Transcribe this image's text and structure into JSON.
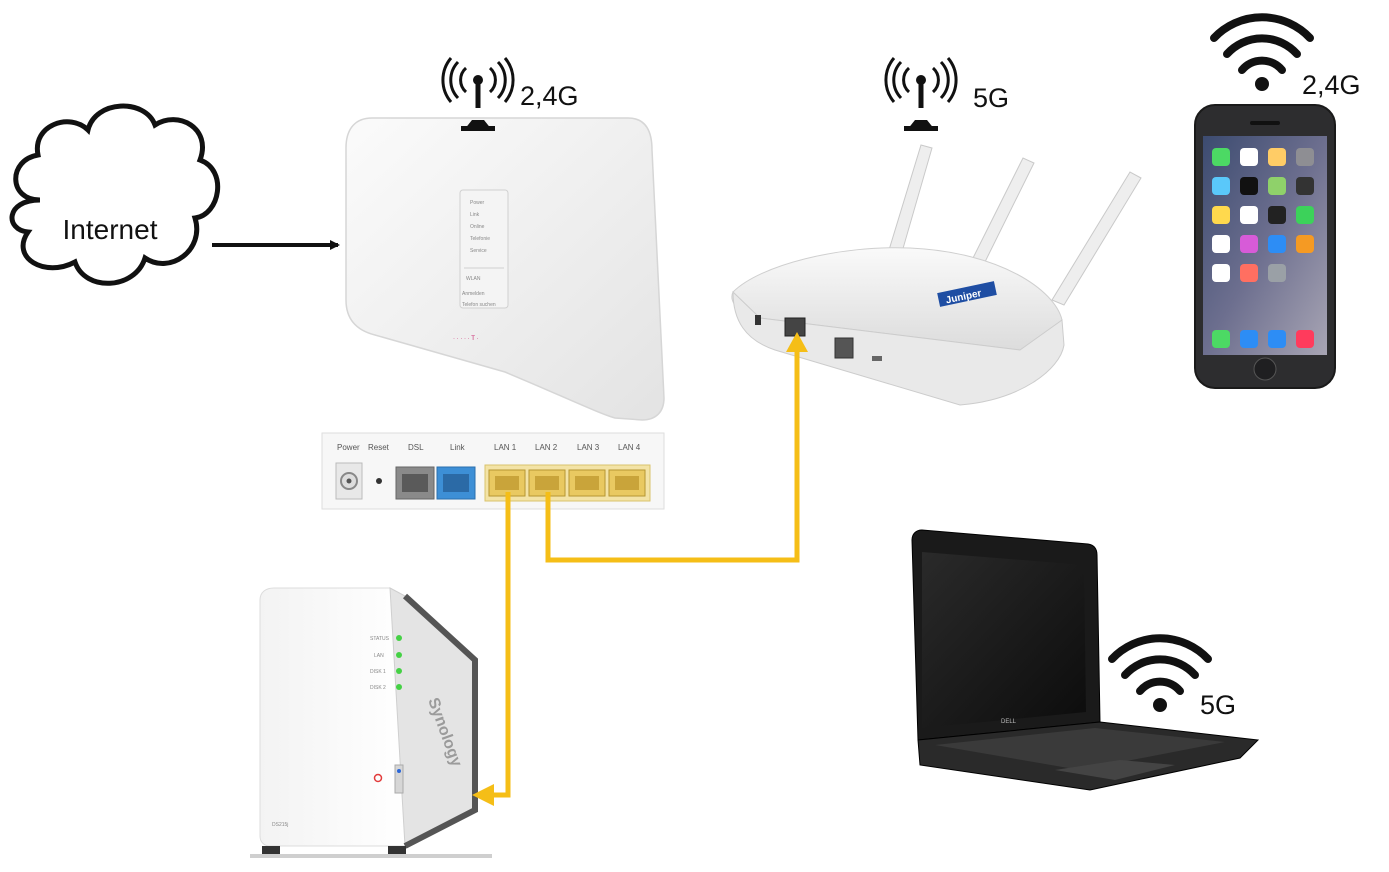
{
  "internet": {
    "label": "Internet"
  },
  "router": {
    "band": "2,4G",
    "led_labels": [
      "Power",
      "Link",
      "Online",
      "Telefonie",
      "Service",
      "WLAN",
      "Anmelden",
      "Telefon suchen"
    ],
    "back_ports": {
      "power": "Power",
      "reset": "Reset",
      "dsl": "DSL",
      "link": "Link",
      "lan1": "LAN 1",
      "lan2": "LAN 2",
      "lan3": "LAN 3",
      "lan4": "LAN 4"
    }
  },
  "access_point": {
    "band": "5G",
    "brand": "Juniper"
  },
  "phone": {
    "band": "2,4G"
  },
  "laptop": {
    "band": "5G",
    "brand": "DELL"
  },
  "nas": {
    "brand": "Synology",
    "model": "DS215j",
    "leds": [
      "STATUS",
      "LAN",
      "DISK 1",
      "DISK 2"
    ]
  },
  "colors": {
    "cable": "#f5be17",
    "link_arrow": "#111111",
    "lan_port": "#f3e3a6",
    "dsl_port": "#8a8a8a",
    "link_port": "#3d8fd6"
  }
}
